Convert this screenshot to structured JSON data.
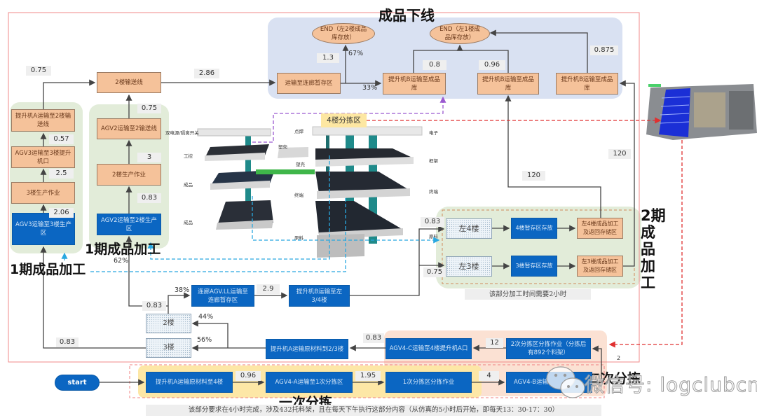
{
  "title": "成品下线",
  "sections": {
    "phase1_label_a": "1期成品加工",
    "phase1_label_b": "1期成品加工",
    "phase2_label_lines": [
      "2期",
      "成",
      "品",
      "加",
      "工"
    ],
    "first_sort_label": "一次分拣",
    "second_sort_label": "二次分拣",
    "sort_zone_4f": "4楼分拣区"
  },
  "nodes": {
    "end_2f": "END（左2楼成品库存放）",
    "end_1f": "END（左1楼成品库存放）",
    "corridor_buffer": "运输至连廊暂存区",
    "lift_b_store_1": "提升机B运输至成品库",
    "lift_b_store_2": "提升机B运输至成品库",
    "lift_b_store_3": "提升机B运输至成品库",
    "conveyor_2f": "2楼输送线",
    "lift_a_to_conveyor": "提升机A运输至2楼输送线",
    "agv3_to_lift": "AGV3运输至3楼提升机口",
    "prod_3f": "3楼生产作业",
    "agv3_to_prod": "AGV3运输至3楼生产区",
    "agv2_to_conveyor": "AGV2运输至2输送线",
    "prod_2f": "2楼生产作业",
    "agv2_to_prod": "AGV2运输至2楼生产区",
    "corridor_agv": "连廊AGV.LL运输至连廊暂存区",
    "lift_b_34f": "提升机B运输至左3/4楼",
    "floor_2": "2楼",
    "floor_3": "3楼",
    "lift_a_raw_23": "提升机A运输原材料到2/3楼",
    "agv4c": "AGV4-C运输至4楼提升机A口",
    "sort2_op": "2次分拣区分拣作业（分拣后有892个料架）",
    "start": "start",
    "lift_a_raw_4f": "提升机A运输原材料至4楼",
    "agv4a": "AGV4-A运输至1次分拣区",
    "sort1_op": "1次分拣区分拣作业",
    "agv4b": "AGV4-B运输",
    "left_4f": "左4楼",
    "storage_4f": "4楼暂存区存放",
    "process_4f": "左4楼成品加工及返回存储区",
    "left_3f": "左3楼",
    "storage_3f": "3楼暂存区存放",
    "process_3f": "左3楼成品加工及返回存储区"
  },
  "edge_labels": {
    "to_end2_time": "1.3",
    "to_end2_pct": "67%",
    "to_liftb_pct": "33%",
    "liftb1_time": "0.8",
    "liftb2_time": "0.96",
    "liftb3_time": "0.875",
    "lifta_conveyor_time": "0.75",
    "conveyor_time": "2.86",
    "agv3_lift_time": "0.57",
    "prod3_time": "2.5",
    "agv3_prod_time": "2.06",
    "agv2_conveyor_time": "0.75",
    "prod2_time": "3",
    "agv2_prod_time": "0.83",
    "floor2_to_prod_pct": "62%",
    "floor2_junction_time": "0.83",
    "floor2_to_corridor_pct": "38%",
    "corridor_agv_time": "2.9",
    "to_floor2_pct": "44%",
    "to_floor3_pct": "56%",
    "floor3_time": "0.83",
    "to_left4f_time": "0.83",
    "to_left3f_time": "0.75",
    "process3_return_time": "120",
    "process4_return_time": "120",
    "agv4c_time": "0.83",
    "sort2_time": "12",
    "lifta_4f_time": "0.96",
    "agv4a_time": "1.95",
    "sort1_time": "4",
    "sort2_in_label": "2"
  },
  "notes": {
    "phase2_note": "该部分加工时间需要2小时",
    "first_sort_note": "该部分要求在4小时完成，涉及432托料架，且在每天下午执行这部分内容（从仿真的5小时后开始，即每天13：30-17：30）"
  },
  "model_labels": {
    "left_tower": [
      "双电源/隔离开关",
      "工控",
      "成品",
      "成品"
    ],
    "right_left_side": [
      "点焊",
      "塑壳",
      "塑壳",
      "终端",
      "原料"
    ],
    "right_right_side": [
      "电子",
      "框架",
      "终端",
      "原料"
    ]
  },
  "watermark": "微信号: logclubcn",
  "colors": {
    "orange_node": "#f5c29a",
    "blue_node": "#0b66c2",
    "phase_region_green": "#e2ecd9",
    "offline_region_blue": "#d9e1f2",
    "first_sort_yellow": "#fde7a6",
    "second_sort_pink": "#fbe1d3",
    "red_dashed": "#e03030",
    "purple_dashed": "#9b59d0",
    "cyan_dashed": "#29a8e0"
  }
}
